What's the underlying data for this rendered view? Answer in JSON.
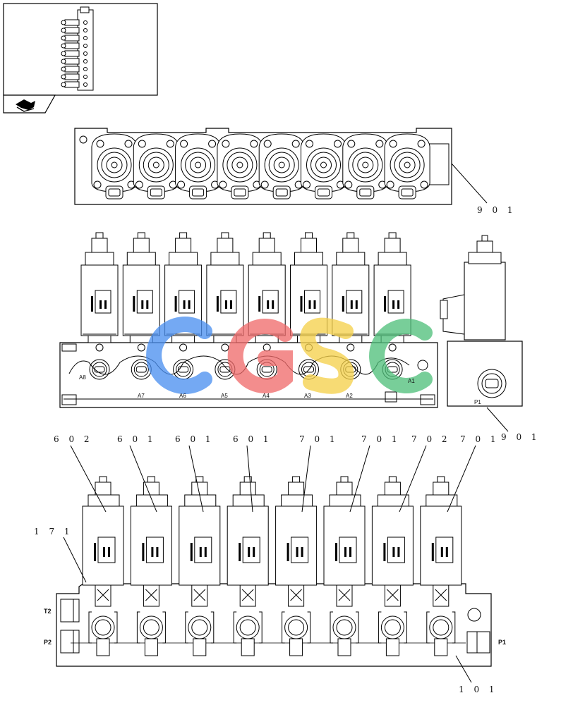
{
  "callouts": {
    "top_block": "9 0 1",
    "mid_block": "9 0 1",
    "base_block": "1 0 1",
    "seal": "1 7 1",
    "coils": [
      "6 0 2",
      "6 0 1",
      "6 0 1",
      "6 0 1",
      "7 0 1",
      "7 0 1",
      "7 0 2",
      "7 0 1"
    ]
  },
  "ports": {
    "mid": [
      "A8",
      "A7",
      "A6",
      "A5",
      "A4",
      "A3",
      "A2",
      "A1"
    ],
    "mid_inlet": "P1",
    "base_t2": "T2",
    "base_p2": "P2",
    "base_p1": "P1"
  },
  "watermark": {
    "text": "CGSC",
    "colors": [
      "#4a8ff0",
      "#f06a6a",
      "#f5d04a",
      "#4fbf7a"
    ]
  },
  "icons": {
    "thumbnail": "valve-assembly-icon",
    "nav": "navigate-page-icon"
  }
}
